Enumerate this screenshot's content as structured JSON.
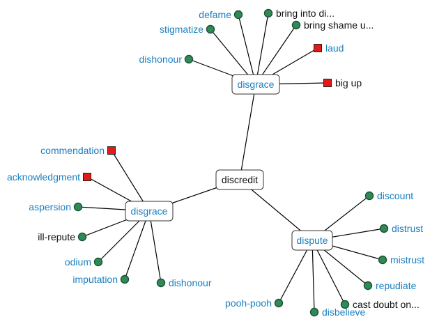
{
  "colors": {
    "link_text": "#1a7fc1",
    "plain_text": "#111111",
    "synonym_dot": "#2e8b57",
    "antonym_square": "#e31a1a",
    "edge": "#000000"
  },
  "center": {
    "label": "discredit",
    "style": "plain"
  },
  "hubs": [
    {
      "id": "hub-disgrace-top",
      "label": "disgrace",
      "style": "link",
      "leaves": [
        {
          "label": "defame",
          "marker": "dot",
          "style": "link"
        },
        {
          "label": "bring into di...",
          "marker": "dot",
          "style": "plain"
        },
        {
          "label": "bring shame u...",
          "marker": "dot",
          "style": "plain"
        },
        {
          "label": "stigmatize",
          "marker": "dot",
          "style": "link"
        },
        {
          "label": "laud",
          "marker": "square",
          "style": "link"
        },
        {
          "label": "dishonour",
          "marker": "dot",
          "style": "link"
        },
        {
          "label": "big up",
          "marker": "square",
          "style": "plain"
        }
      ]
    },
    {
      "id": "hub-disgrace-left",
      "label": "disgrace",
      "style": "link",
      "leaves": [
        {
          "label": "commendation",
          "marker": "square",
          "style": "link"
        },
        {
          "label": "acknowledgment",
          "marker": "square",
          "style": "link"
        },
        {
          "label": "aspersion",
          "marker": "dot",
          "style": "link"
        },
        {
          "label": "ill-repute",
          "marker": "dot",
          "style": "plain"
        },
        {
          "label": "odium",
          "marker": "dot",
          "style": "link"
        },
        {
          "label": "imputation",
          "marker": "dot",
          "style": "link"
        },
        {
          "label": "dishonour",
          "marker": "dot",
          "style": "link"
        }
      ]
    },
    {
      "id": "hub-dispute",
      "label": "dispute",
      "style": "link",
      "leaves": [
        {
          "label": "discount",
          "marker": "dot",
          "style": "link"
        },
        {
          "label": "distrust",
          "marker": "dot",
          "style": "link"
        },
        {
          "label": "mistrust",
          "marker": "dot",
          "style": "link"
        },
        {
          "label": "repudiate",
          "marker": "dot",
          "style": "link"
        },
        {
          "label": "cast doubt on...",
          "marker": "dot",
          "style": "plain"
        },
        {
          "label": "disbelieve",
          "marker": "dot",
          "style": "link"
        },
        {
          "label": "pooh-pooh",
          "marker": "dot",
          "style": "link"
        }
      ]
    }
  ]
}
